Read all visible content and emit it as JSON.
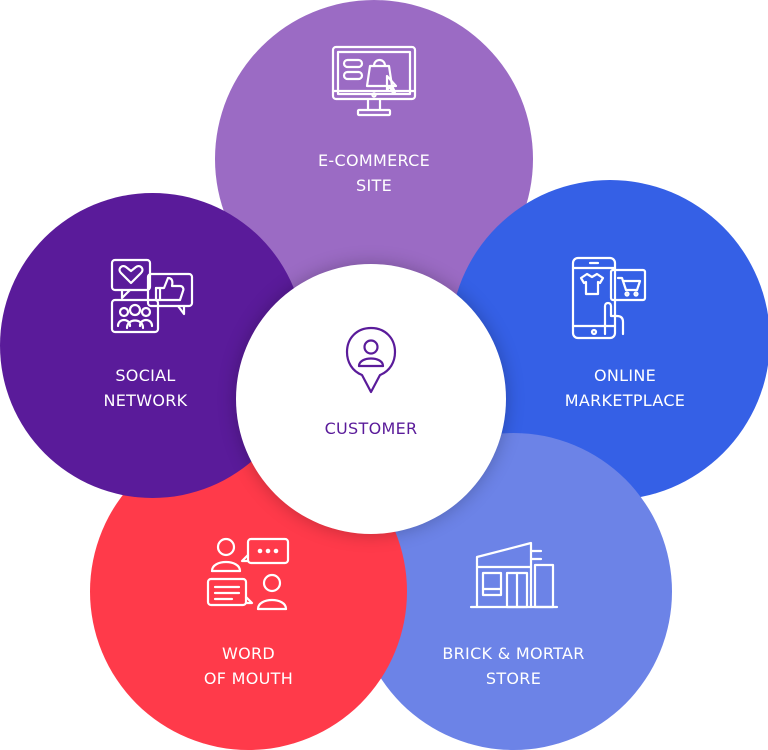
{
  "colors": {
    "ecommerce": "#9b6bc4",
    "online_marketplace": "#3560e6",
    "brick_mortar": "#6c83e7",
    "word_of_mouth": "#ff3a4a",
    "social_network": "#5a1b9a",
    "center_text": "#5a1b9a"
  },
  "center": {
    "label": "CUSTOMER",
    "icon": "customer-location-pin-icon"
  },
  "petals": {
    "ecommerce": {
      "line1": "E-COMMERCE",
      "line2": "SITE",
      "icon": "monitor-shopping-bag-icon"
    },
    "online_marketplace": {
      "line1": "ONLINE",
      "line2": "MARKETPLACE",
      "icon": "smartphone-shopping-cart-icon"
    },
    "brick_mortar": {
      "line1": "BRICK & MORTAR",
      "line2": "STORE",
      "icon": "storefront-icon"
    },
    "word_of_mouth": {
      "line1": "WORD",
      "line2": "OF MOUTH",
      "icon": "people-conversation-icon"
    },
    "social_network": {
      "line1": "SOCIAL",
      "line2": "NETWORK",
      "icon": "social-media-icon"
    }
  }
}
